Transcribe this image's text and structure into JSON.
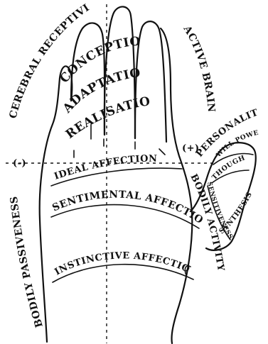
{
  "labels": {
    "cerebral_receptivity": "CEREBRAL RECEPTIVITY",
    "active_brain": "ACTIVE BRAIN",
    "conception": "CONCEPTION",
    "adaptation": "ADAPTATION",
    "realisation": "REALISATION",
    "personality": "PERSONALITY",
    "will_power": "WILL POWER",
    "thought": "THOUGHT",
    "sensitiveness": "SENSITIVENESS",
    "synthesis": "SYNTHESIS",
    "negative_sign": "(-)",
    "positive_sign": "(+)",
    "ideal_affection": "IDEAL AFFECTION",
    "sentimental_affection": "SENTIMENTAL AFFECTION",
    "bodily_activity": "BODILY ACTIVITY",
    "instinctive_affection": "INSTINCTIVE AFFECTION",
    "bodily_passiveness": "BODILY PASSIVENESS"
  }
}
